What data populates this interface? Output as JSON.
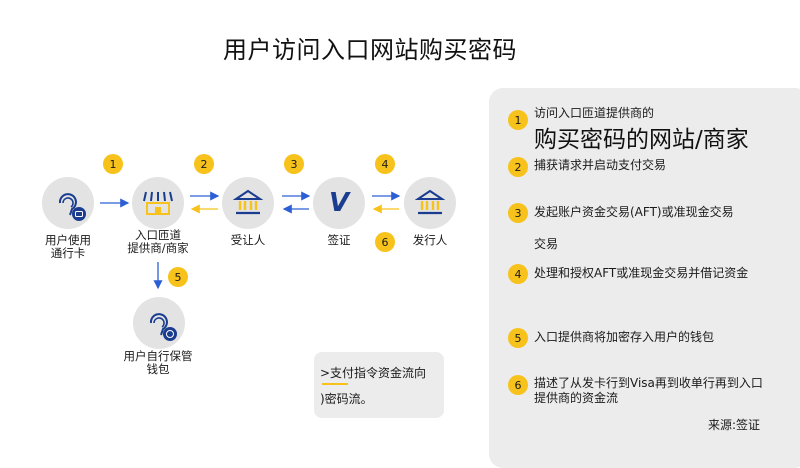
{
  "title": "用户访问入口网站购买密码",
  "nodes": {
    "user": "用户使用\n通行卡",
    "gateway": "入口匝道\n提供商/商家",
    "acquirer": "受让人",
    "visa": "签证",
    "issuer": "发行人",
    "wallet": "用户自行保管\n钱包"
  },
  "visa_logo": "V",
  "flow_badges": [
    "1",
    "2",
    "3",
    "4",
    "5",
    "6"
  ],
  "steps": [
    {
      "num": "1",
      "text": "访问入口匝道提供商的",
      "big": "购买密码的网站/商家"
    },
    {
      "num": "2",
      "text": "捕获请求并启动支付交易"
    },
    {
      "num": "3",
      "text": "发起账户资金交易(AFT)或准现金交易",
      "text2": "交易"
    },
    {
      "num": "4",
      "text": "处理和授权AFT或准现金交易并借记资金"
    },
    {
      "num": "5",
      "text": "入口提供商将加密存入用户的钱包"
    },
    {
      "num": "6",
      "text": "描述了从发卡行到Visa再到收单行再到入口",
      "text2": "提供商的资金流"
    }
  ],
  "legend": {
    "payment": ">支付指令资金流向",
    "crypto": ")密码流。"
  },
  "source": "来源:签证",
  "colors": {
    "badge": "#f6c21b",
    "blue": "#1a3d8f",
    "arrow_blue": "#2c5fd4",
    "panel": "#ececec",
    "node": "#e3e3e3"
  },
  "icons": [
    "user-card-icon",
    "store-icon",
    "bank-icon",
    "visa-icon",
    "bank-icon",
    "wallet-icon"
  ]
}
